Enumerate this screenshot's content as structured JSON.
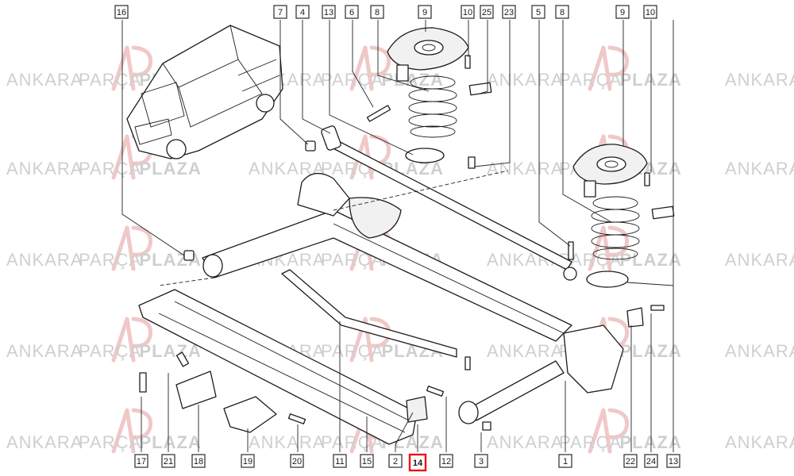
{
  "watermark": {
    "text_parts": [
      "ANKARA",
      "PARÇA",
      "PLAZA"
    ],
    "color": "#cfcfcf",
    "logo_color": "#f0c8c8"
  },
  "callouts": [
    {
      "label": "16"
    },
    {
      "label": "7"
    },
    {
      "label": "4"
    },
    {
      "label": "13"
    },
    {
      "label": "6"
    },
    {
      "label": "8"
    },
    {
      "label": "9"
    },
    {
      "label": "10"
    },
    {
      "label": "25"
    },
    {
      "label": "23"
    },
    {
      "label": "5"
    },
    {
      "label": "8"
    },
    {
      "label": "9"
    },
    {
      "label": "10"
    },
    {
      "label": "17"
    },
    {
      "label": "21"
    },
    {
      "label": "18"
    },
    {
      "label": "19"
    },
    {
      "label": "20"
    },
    {
      "label": "11"
    },
    {
      "label": "15"
    },
    {
      "label": "2"
    },
    {
      "label": "14",
      "highlight": true
    },
    {
      "label": "12"
    },
    {
      "label": "3"
    },
    {
      "label": "1"
    },
    {
      "label": "22"
    },
    {
      "label": "24"
    },
    {
      "label": "13"
    }
  ],
  "highlight_color": "#e8141b"
}
